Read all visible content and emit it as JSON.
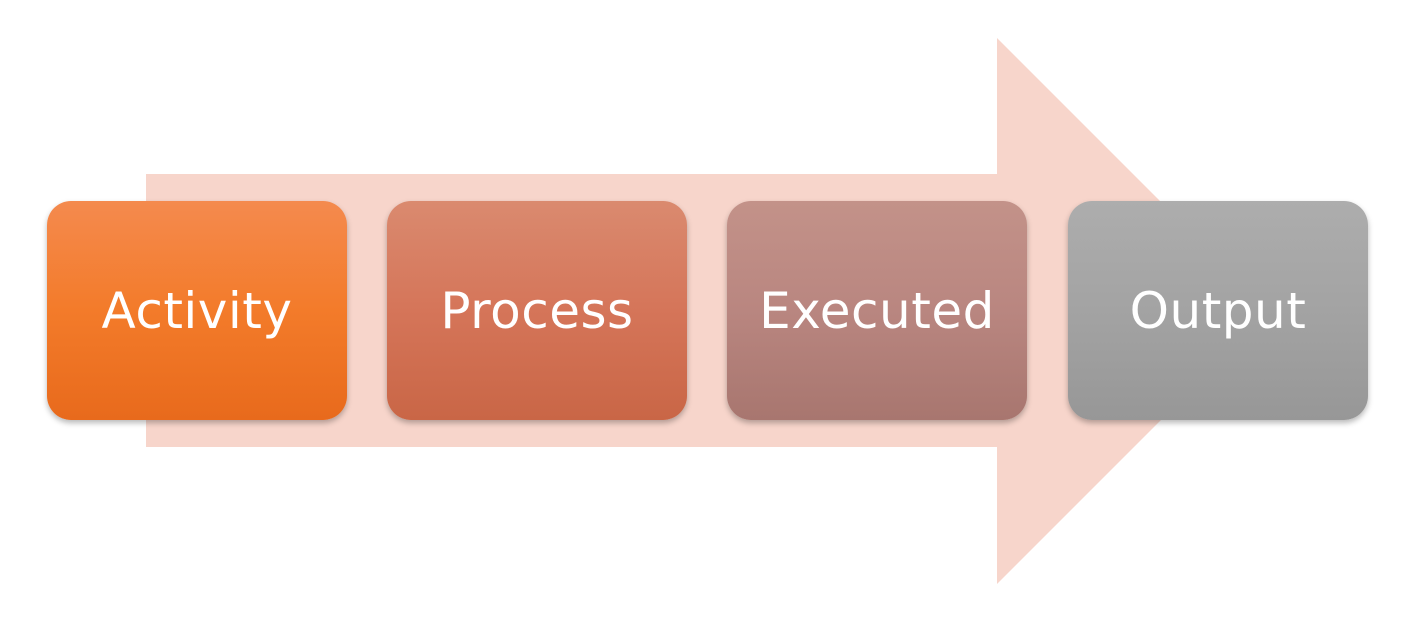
{
  "diagram": {
    "arrow_color": "#F7D5CB",
    "steps": [
      {
        "label": "Activity",
        "color_top": "#F48A4E",
        "color_mid": "#F37B2A",
        "color_bottom": "#E86A1C"
      },
      {
        "label": "Process",
        "color_top": "#DA8A6F",
        "color_mid": "#D57559",
        "color_bottom": "#C96646"
      },
      {
        "label": "Executed",
        "color_top": "#C39289",
        "color_mid": "#B98680",
        "color_bottom": "#A8766F"
      },
      {
        "label": "Output",
        "color_top": "#ADADAD",
        "color_mid": "#A3A3A3",
        "color_bottom": "#979797"
      }
    ]
  }
}
